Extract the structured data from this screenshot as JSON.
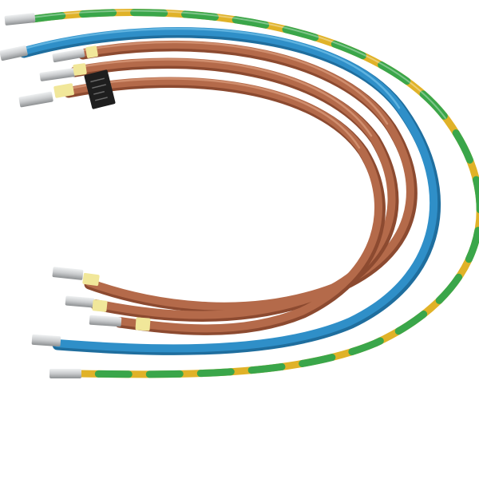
{
  "scene": {
    "background": "#ffffff",
    "colors": {
      "brown": "#b46a4a",
      "brown_dark": "#8c4a30",
      "brown_light": "#d08e6e",
      "blue": "#2f8fc8",
      "blue_dark": "#1f6e9e",
      "blue_light": "#5fb3e0",
      "earth_green": "#3aa64a",
      "earth_yellow": "#e0b228",
      "metal": "#c9cbcd",
      "metal_dark": "#8d9092",
      "marker": "#f1e79a",
      "tag": "#1e1e1e"
    },
    "wires": [
      {
        "name": "earth-wire",
        "color": "green-yellow"
      },
      {
        "name": "neutral-wire",
        "color": "blue"
      },
      {
        "name": "phase-wire-1",
        "color": "brown"
      },
      {
        "name": "phase-wire-2",
        "color": "brown"
      },
      {
        "name": "phase-wire-3",
        "color": "brown"
      }
    ],
    "tag_text": ""
  }
}
